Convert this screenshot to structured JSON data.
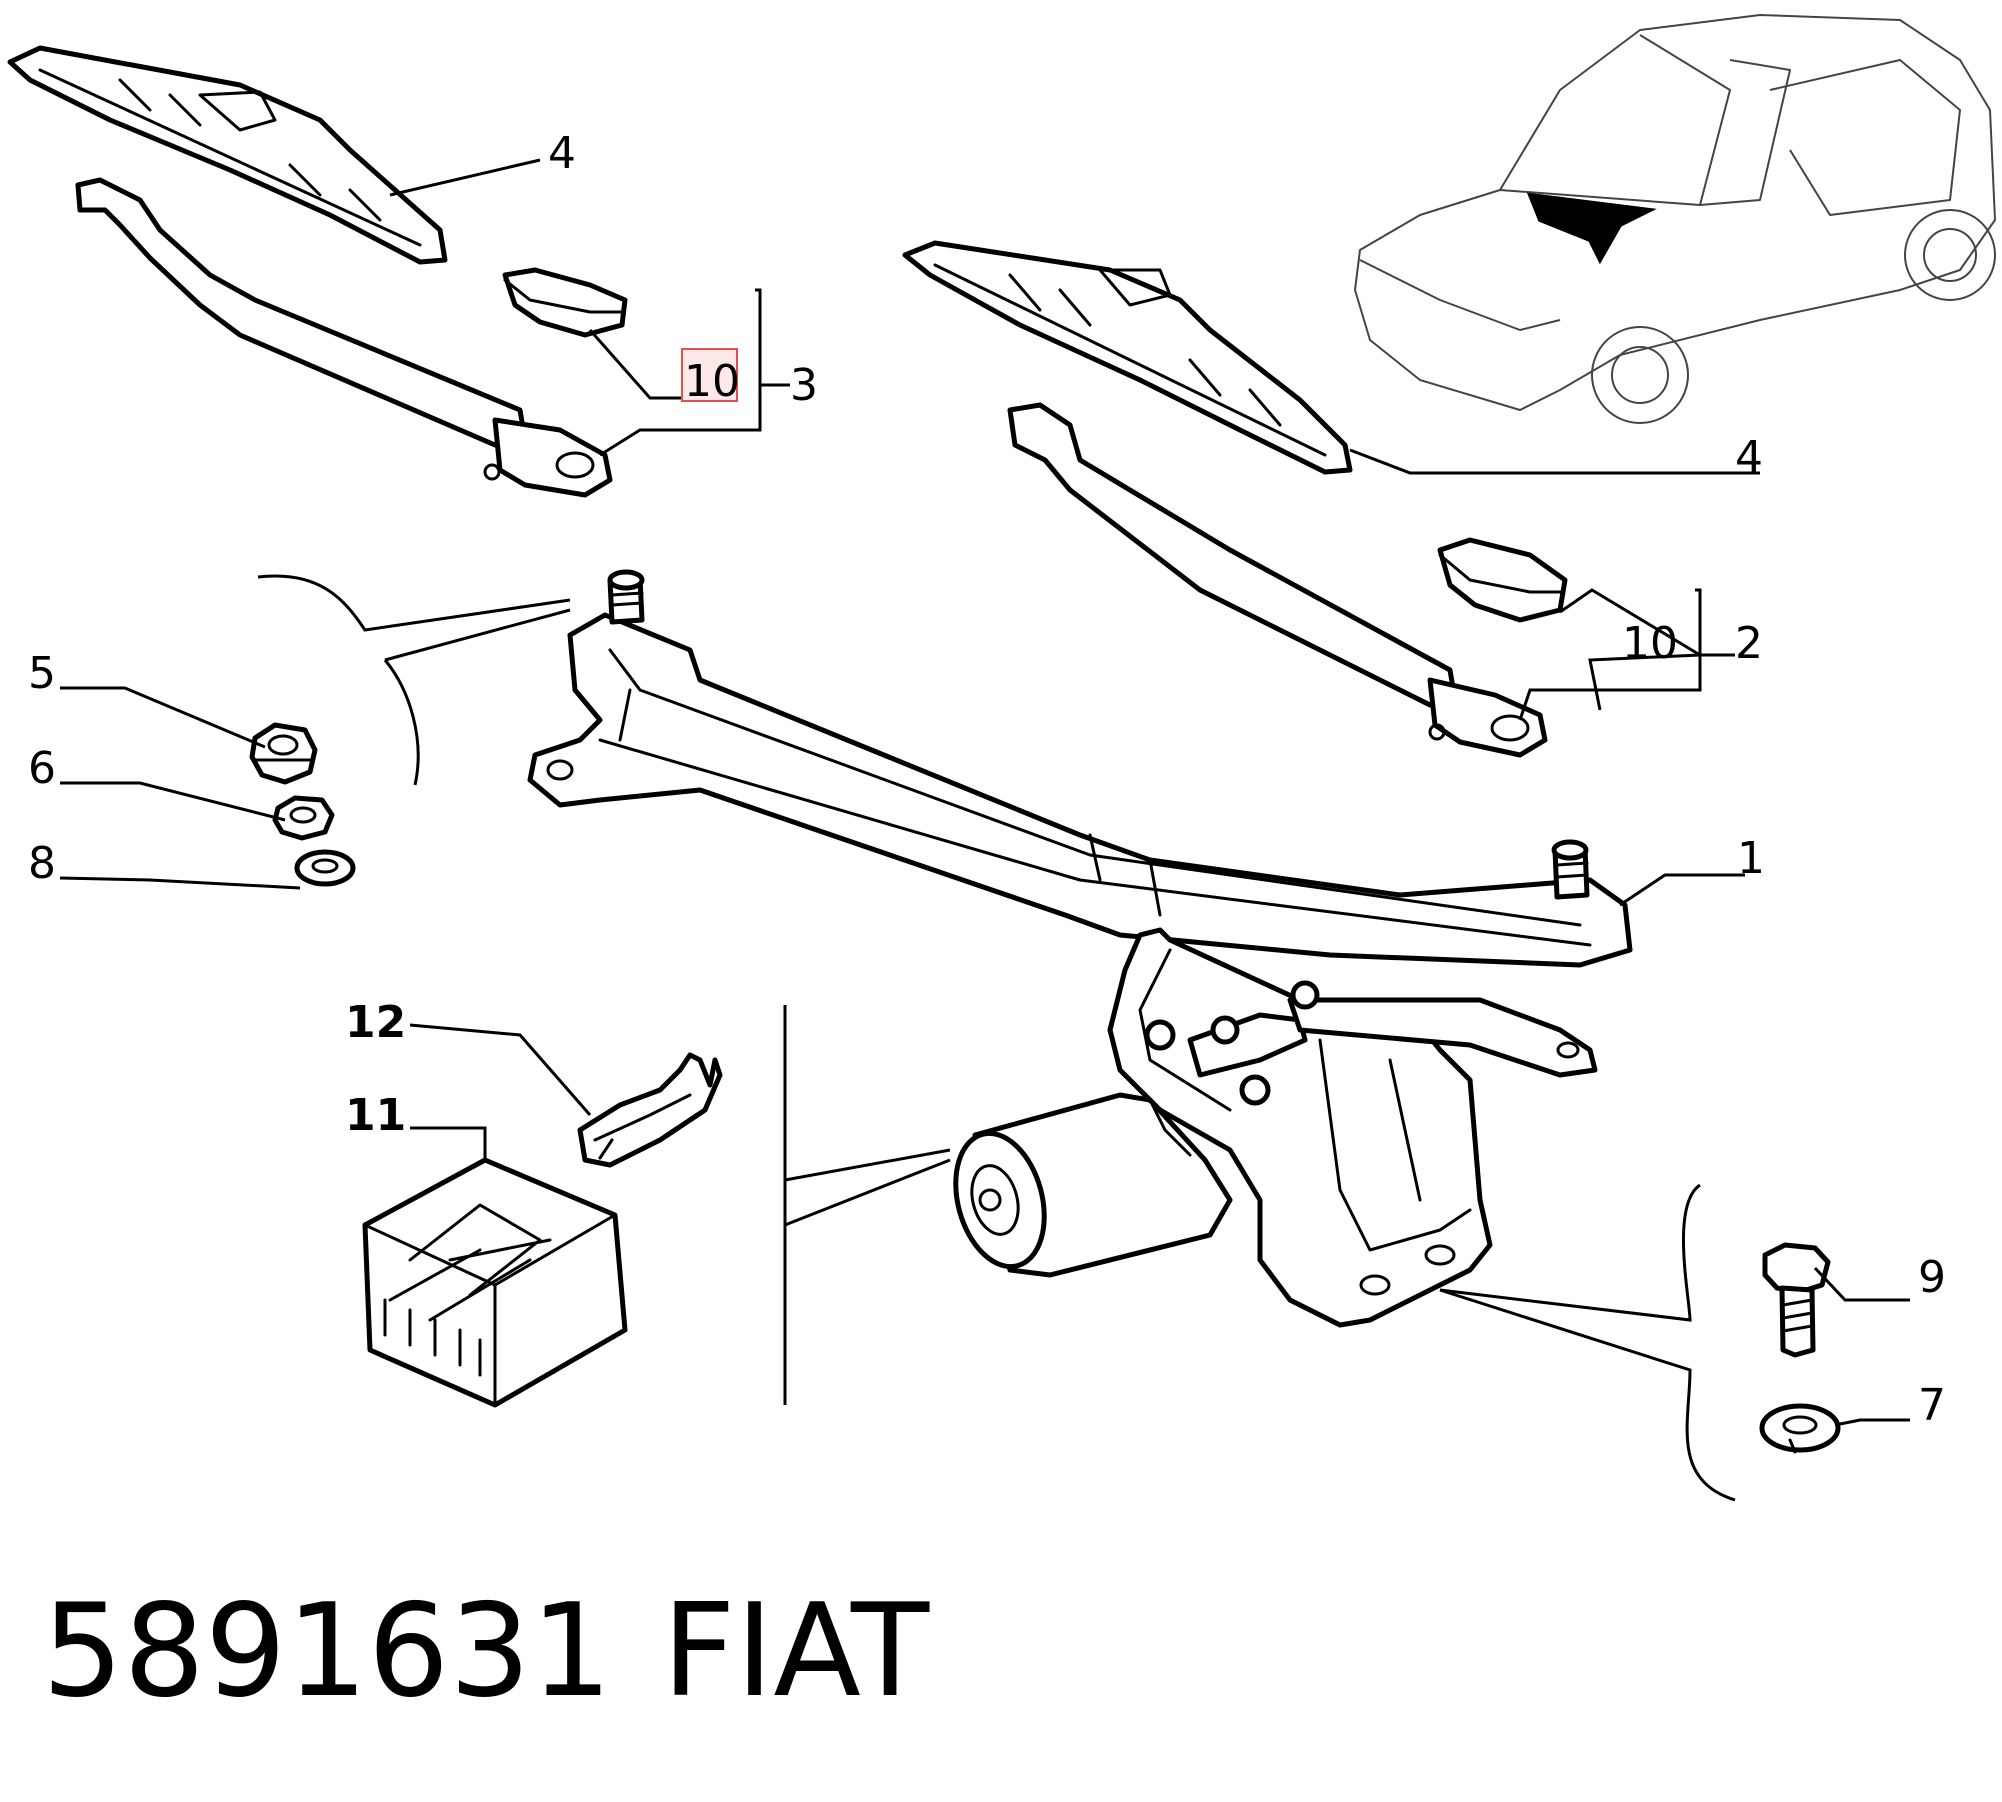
{
  "callouts": [
    {
      "id": "c1",
      "text": "1"
    },
    {
      "id": "c2",
      "text": "2"
    },
    {
      "id": "c3",
      "text": "3"
    },
    {
      "id": "c4a",
      "text": "4"
    },
    {
      "id": "c4b",
      "text": "4"
    },
    {
      "id": "c5",
      "text": "5"
    },
    {
      "id": "c6",
      "text": "6"
    },
    {
      "id": "c7",
      "text": "7"
    },
    {
      "id": "c8",
      "text": "8"
    },
    {
      "id": "c9",
      "text": "9"
    },
    {
      "id": "c10a",
      "text": "10"
    },
    {
      "id": "c10b",
      "text": "10"
    },
    {
      "id": "c11",
      "text": "11"
    },
    {
      "id": "c12",
      "text": "12"
    }
  ],
  "footer": {
    "part_number": "5891631",
    "brand": "FIAT"
  },
  "colors": {
    "line": "#000000",
    "highlight": "#e05050",
    "highlight_fill": "#fde8e8",
    "background": "#ffffff"
  }
}
